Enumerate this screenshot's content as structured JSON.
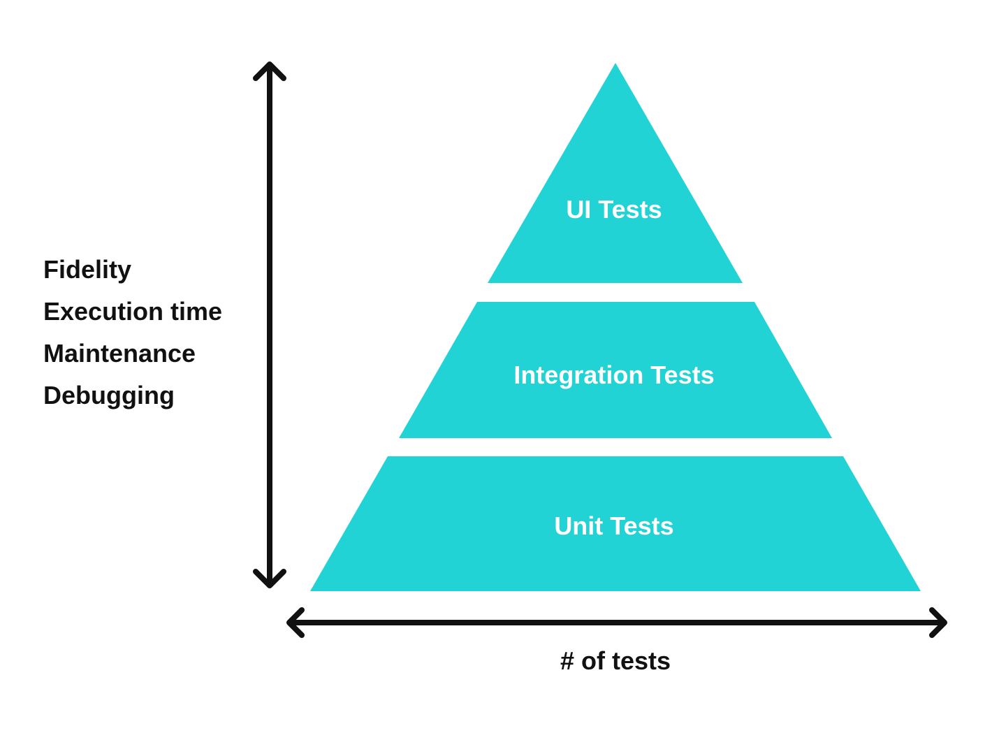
{
  "colors": {
    "tier_fill": "#22D3D5",
    "axis": "#111111",
    "label_text": "#FFFFFF",
    "background": "#FFFFFF"
  },
  "pyramid": {
    "top": {
      "label": "UI Tests"
    },
    "middle": {
      "label": "Integration Tests"
    },
    "bottom": {
      "label": "Unit Tests"
    }
  },
  "vertical_axis": {
    "direction": "double-headed",
    "labels": [
      "Fidelity",
      "Execution time",
      "Maintenance",
      "Debugging"
    ]
  },
  "horizontal_axis": {
    "direction": "double-headed",
    "label": "# of tests"
  }
}
